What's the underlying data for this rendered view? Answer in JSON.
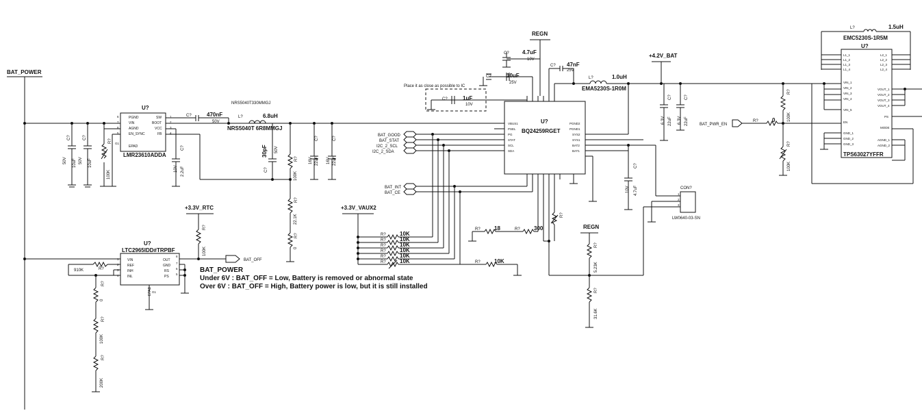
{
  "nets": {
    "bat_power_left": "BAT_POWER",
    "v33_rtc": "+3.3V_RTC",
    "v33_vaux2": "+3.3V_VAUX2",
    "regn_top": "REGN",
    "regn_mid": "REGN",
    "v42_bat": "+4.2V_BAT",
    "bat_off": "BAT_OFF",
    "bat_good": "BAT_GOOD",
    "bat_stat": "BAT_STAT",
    "i2c_scl": "I2C_2_SCL",
    "i2c_sda": "I2C_2_SDA",
    "bat_int": "BAT_INT",
    "bat_ce": "BAT_CE",
    "bat_pwr_en": "BAT_PWR_EN"
  },
  "ics": {
    "lmr": {
      "ref": "U?",
      "part": "LMR23610ADDA",
      "pins_left": [
        "PGND",
        "VIN",
        "AGND",
        "EN_SYNC",
        "EPAD"
      ],
      "pins_right": [
        "SW",
        "BOOT",
        "VCC",
        "FB"
      ],
      "nums_left": [
        "6",
        "7",
        "8",
        "5"
      ],
      "nums_right": [
        "1",
        "2",
        "3",
        "4"
      ]
    },
    "ltc": {
      "ref": "U?",
      "part": "LTC2965IDD#TRPBF",
      "pins_left": [
        "VIN",
        "REF",
        "INH",
        "INL"
      ],
      "pins_right": [
        "OUT",
        "GND",
        "RS",
        "PS"
      ],
      "nums_left": [
        "1",
        "2",
        "3",
        "4"
      ],
      "nums_right": [
        "8",
        "7",
        "6",
        "5"
      ],
      "epad": "EPAD"
    },
    "bq": {
      "ref": "U?",
      "part": "BQ24259RGET",
      "pins_left": [
        "VBUS1",
        "PSEL",
        "PG",
        "STAT",
        "SCL",
        "SDA"
      ],
      "pins_right": [
        "PGND2",
        "PGND1",
        "SYS2",
        "SYS1",
        "BAT2",
        "BAT1"
      ]
    },
    "tps": {
      "ref": "U?",
      "part": "TPS63027YFFR",
      "pins_left": [
        "L1_1",
        "L1_2",
        "L1_3",
        "L1_4",
        "VIN_1",
        "VIN_2",
        "VIN_3",
        "VIN_4",
        "VIN_5",
        "EN",
        "GND_1",
        "GND_2",
        "GND_3"
      ],
      "pins_right": [
        "L2_1",
        "L2_2",
        "L2_3",
        "L2_4",
        "VOUT_1",
        "VOUT_2",
        "VOUT_3",
        "VOUT_4",
        "PS",
        "MODE",
        "AGND_1",
        "AGND_2"
      ]
    },
    "con": {
      "ref": "CON?",
      "part": "LW0640-03-SN",
      "pins": [
        "1",
        "2",
        "3"
      ]
    }
  },
  "inductors": {
    "l1": {
      "ref": "L?",
      "value": "6.8uH",
      "part": "NRS5040T330MMGJ",
      "part2": "NRS5040T 6R8MMGJ"
    },
    "l2": {
      "ref": "L?",
      "value": "1.0uH",
      "part": "EMA5230S-1R0M"
    },
    "l3": {
      "ref": "L?",
      "value": "1.5uH",
      "part": "EMC5230S-1R5M"
    }
  },
  "caps": {
    "c470": {
      "ref": "C?",
      "value": "470nF",
      "volt": "50V"
    },
    "c1a": {
      "ref": "C?",
      "value": "10uF",
      "volt": "50V"
    },
    "c1b": {
      "ref": "C?",
      "value": "10uF",
      "volt": "50V"
    },
    "c22": {
      "ref": "C?",
      "value": "2.2uF",
      "volt": "10V"
    },
    "c30p": {
      "ref": "C?",
      "value": "30pF",
      "volt": "50V"
    },
    "c22a": {
      "ref": "C?",
      "value": "22uF",
      "volt": "16V"
    },
    "c22b": {
      "ref": "C?",
      "value": "22uF",
      "volt": "16V"
    },
    "c47u": {
      "ref": "C?",
      "value": "4.7uF",
      "volt": "10V"
    },
    "c10u": {
      "ref": "C?",
      "value": "10uF",
      "volt": "25V"
    },
    "c1u": {
      "ref": "C?",
      "value": "1uF",
      "volt": "10V"
    },
    "c47n": {
      "ref": "C?",
      "value": "47nF",
      "volt": "25V"
    },
    "cb47": {
      "ref": "C?",
      "value": "4.7uF",
      "volt": "10V"
    },
    "cb22a": {
      "ref": "C?",
      "value": "22uF",
      "volt": "6.3V"
    },
    "cb22b": {
      "ref": "C?",
      "value": "22uF",
      "volt": "6.3V"
    }
  },
  "resistors": {
    "r100k_a": {
      "ref": "R?",
      "value": "100K"
    },
    "r100k_b": {
      "ref": "R?",
      "value": "100K"
    },
    "r22k": {
      "ref": "R?",
      "value": "22.1K"
    },
    "r0_fb": {
      "ref": "R?",
      "value": "0"
    },
    "r100k_rtc": {
      "ref": "R?",
      "value": "100K"
    },
    "r910k": {
      "ref": "R?",
      "value": "910K"
    },
    "r0_ltc": {
      "ref": "R?",
      "value": "0"
    },
    "r100k_ltc": {
      "ref": "R?",
      "value": "100K"
    },
    "r200k": {
      "ref": "R?",
      "value": "200K"
    },
    "r10k_1": {
      "ref": "R?",
      "value": "10K"
    },
    "r10k_2": {
      "ref": "R?",
      "value": "10K"
    },
    "r10k_3": {
      "ref": "R?",
      "value": "10K"
    },
    "r10k_4": {
      "ref": "R?",
      "value": "10K"
    },
    "r10k_5": {
      "ref": "R?",
      "value": "10K"
    },
    "r10k_6": {
      "ref": "R?",
      "value": "10K"
    },
    "r18": {
      "ref": "R?",
      "value": "18"
    },
    "r300": {
      "ref": "R?",
      "value": "300"
    },
    "r10k_b": {
      "ref": "R?",
      "value": "10K"
    },
    "r_ts": {
      "ref": "R?"
    },
    "r523": {
      "ref": "R?",
      "value": "5.23K"
    },
    "r316": {
      "ref": "R?",
      "value": "31.6K"
    },
    "r_en": {
      "ref": "R?",
      "value": "0"
    },
    "r100k_tps1": {
      "ref": "R?",
      "value": "100K"
    },
    "r100k_tps2": {
      "ref": "R?",
      "value": "100K"
    }
  },
  "annotations": {
    "place_note": "Place it as close as possible to IC",
    "title": "BAT_POWER",
    "line1": "Under 6V : BAT_OFF = Low, Battery is removed or abnormal state",
    "line2": "Over 6V : BAT_OFF = High, Battery power is low, but it is still installed"
  }
}
